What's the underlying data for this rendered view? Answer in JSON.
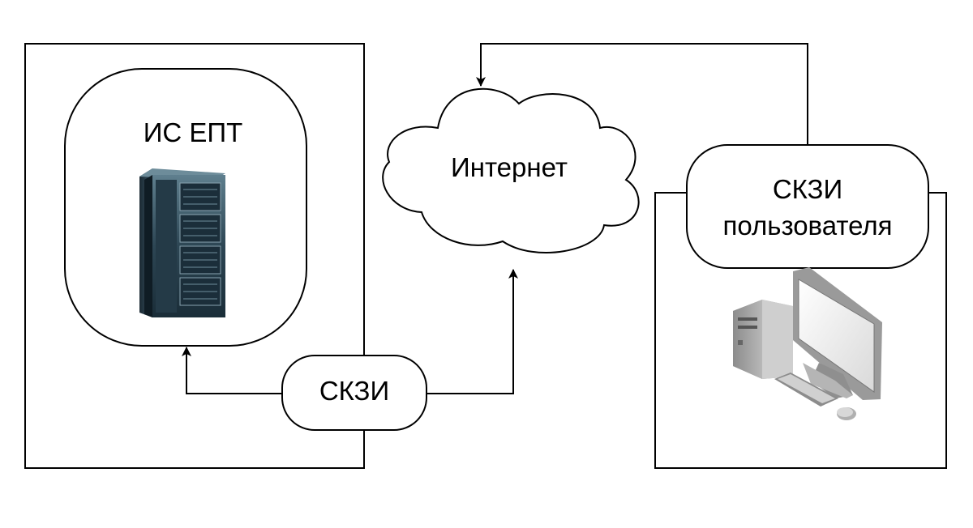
{
  "diagram": {
    "server_system": {
      "label": "ИС ЕПТ",
      "icon": "server-rack-icon"
    },
    "server_crypto": {
      "label": "СКЗИ"
    },
    "internet": {
      "label": "Интернет",
      "icon": "cloud-icon"
    },
    "user_crypto": {
      "line1": "СКЗИ",
      "line2": "пользователя"
    },
    "user_workstation": {
      "icon": "desktop-computer-icon"
    }
  }
}
